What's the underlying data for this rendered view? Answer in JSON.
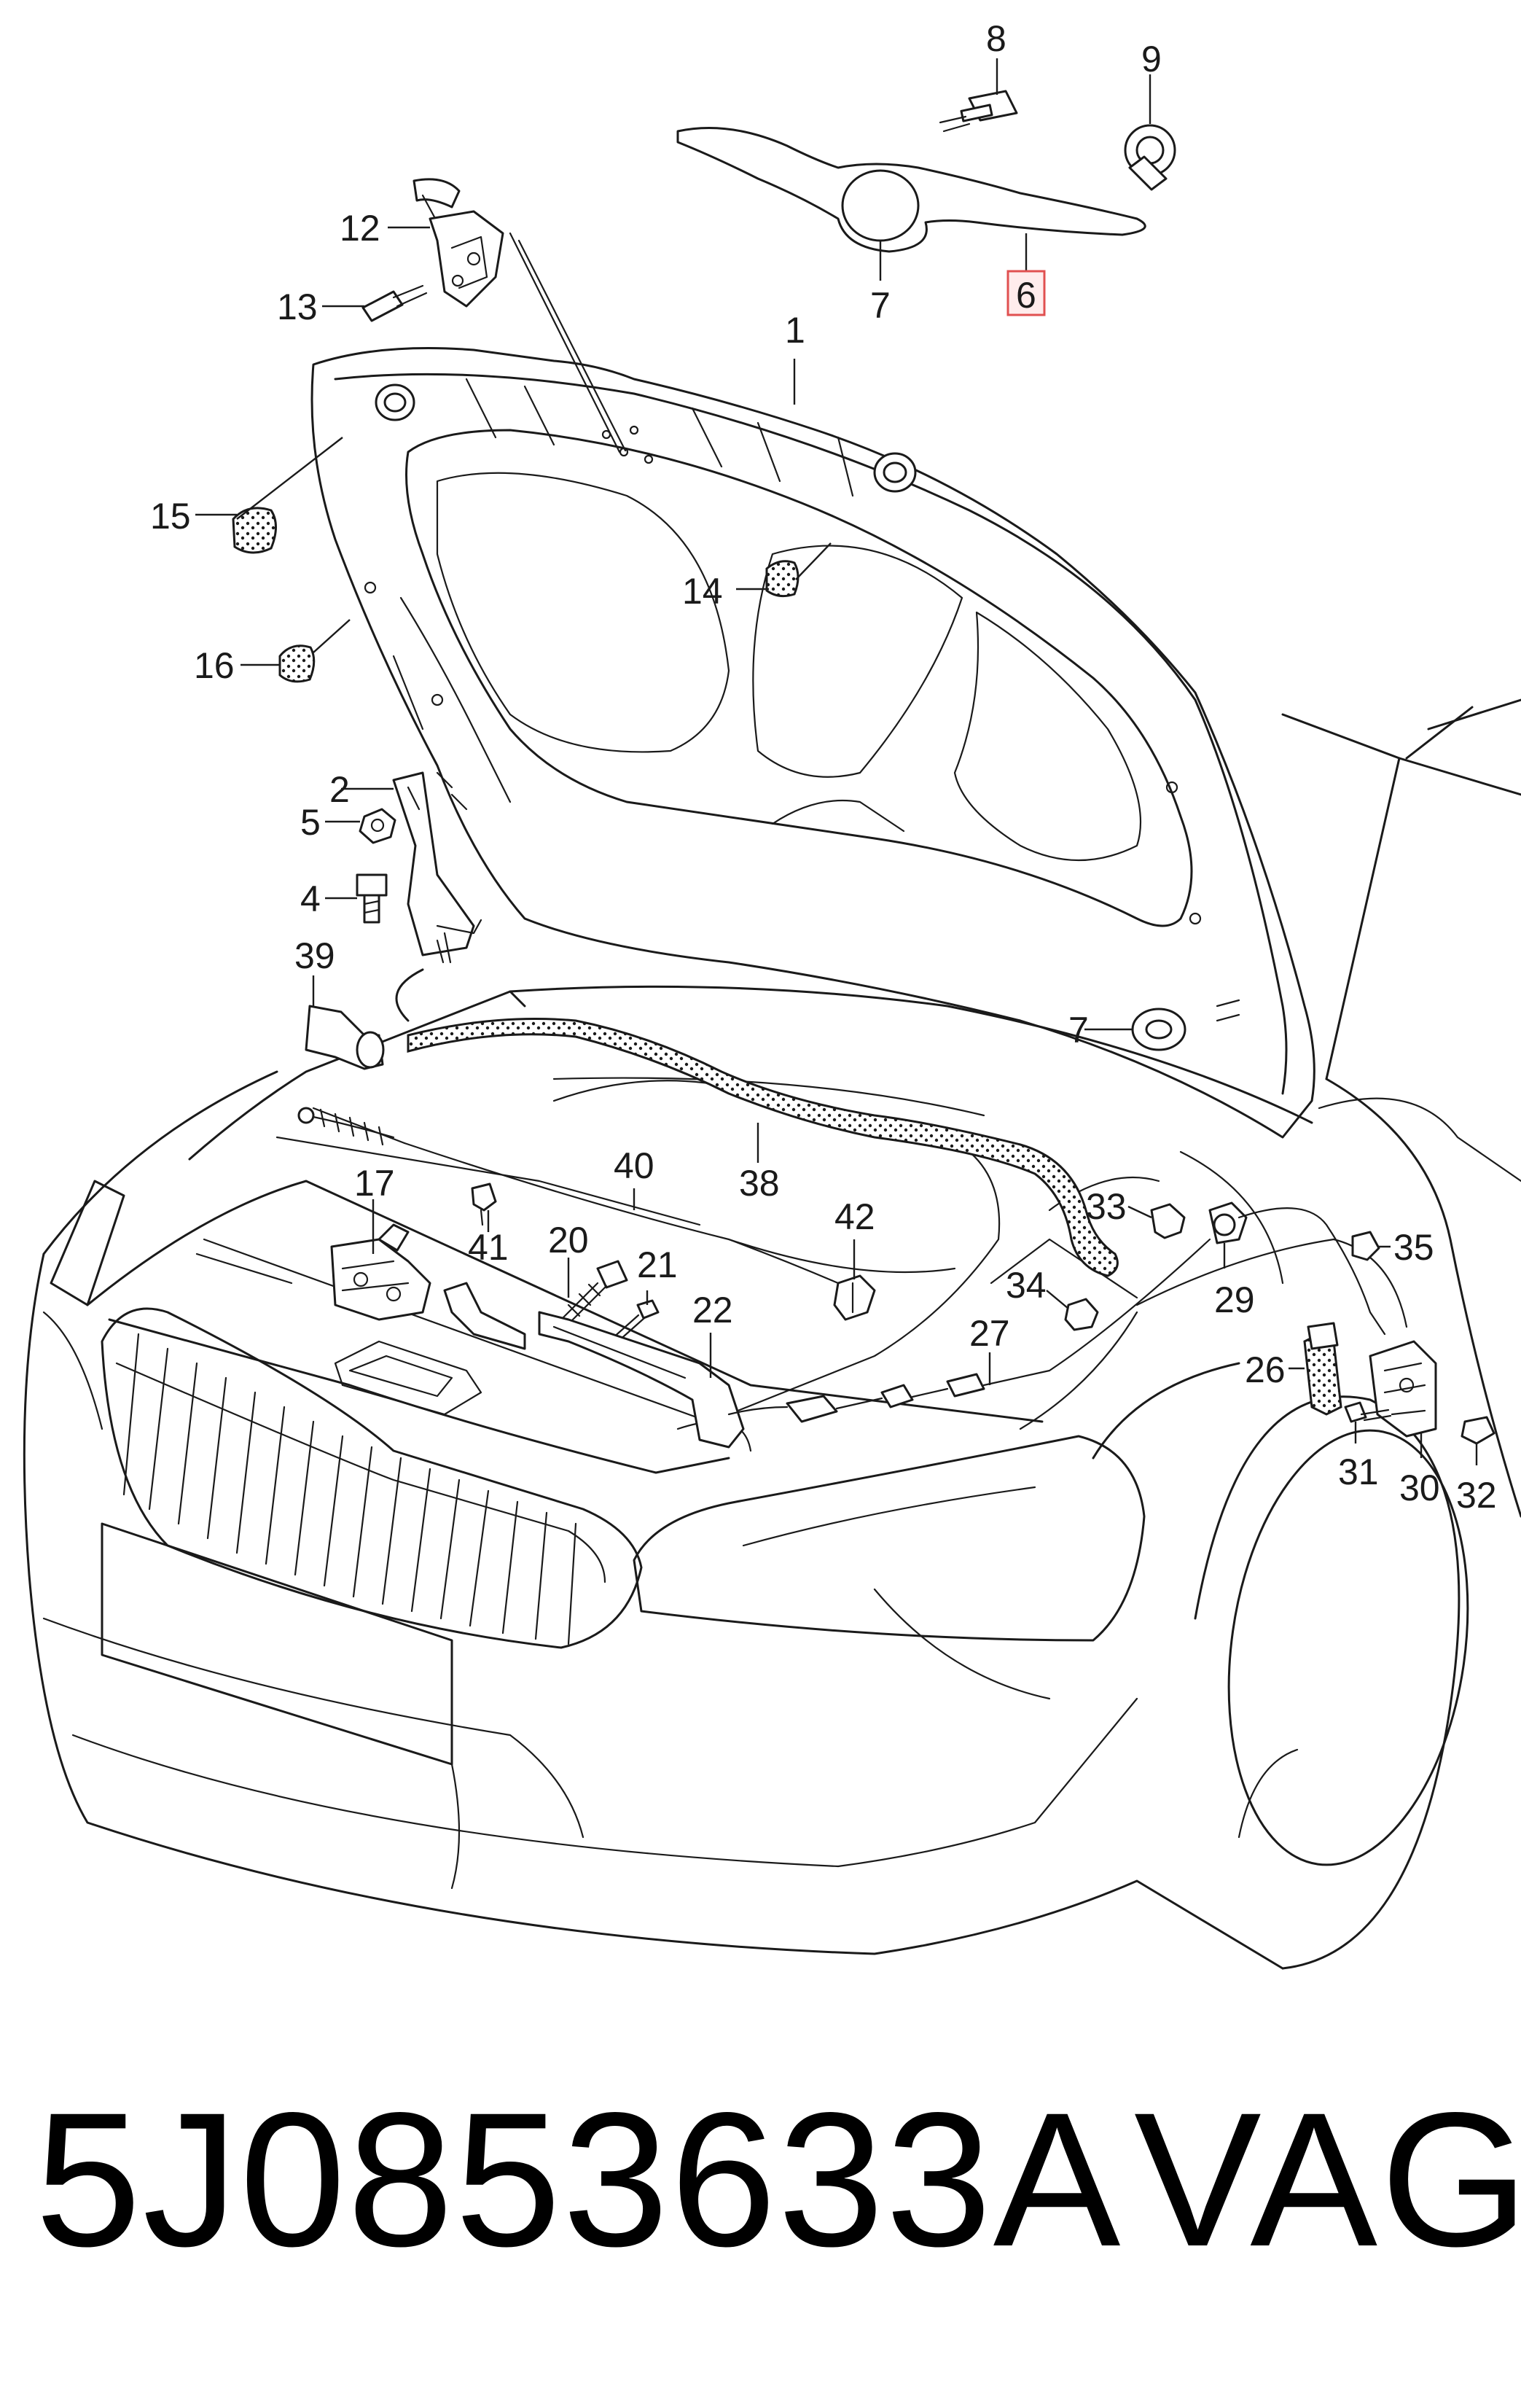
{
  "diagram": {
    "callouts": {
      "c1": "1",
      "c2": "2",
      "c4": "4",
      "c5": "5",
      "c6": "6",
      "c7a": "7",
      "c7b": "7",
      "c8": "8",
      "c9": "9",
      "c12": "12",
      "c13": "13",
      "c14": "14",
      "c15": "15",
      "c16": "16",
      "c17": "17",
      "c20": "20",
      "c21": "21",
      "c22": "22",
      "c26": "26",
      "c27": "27",
      "c29": "29",
      "c30": "30",
      "c31": "31",
      "c32": "32",
      "c33": "33",
      "c34": "34",
      "c35": "35",
      "c38": "38",
      "c39": "39",
      "c40": "40",
      "c41": "41",
      "c42": "42"
    },
    "highlighted_callout": "6",
    "highlight_color": "#e05050"
  },
  "footer": {
    "part_number": "5J0853633A",
    "brand": "VAG"
  }
}
